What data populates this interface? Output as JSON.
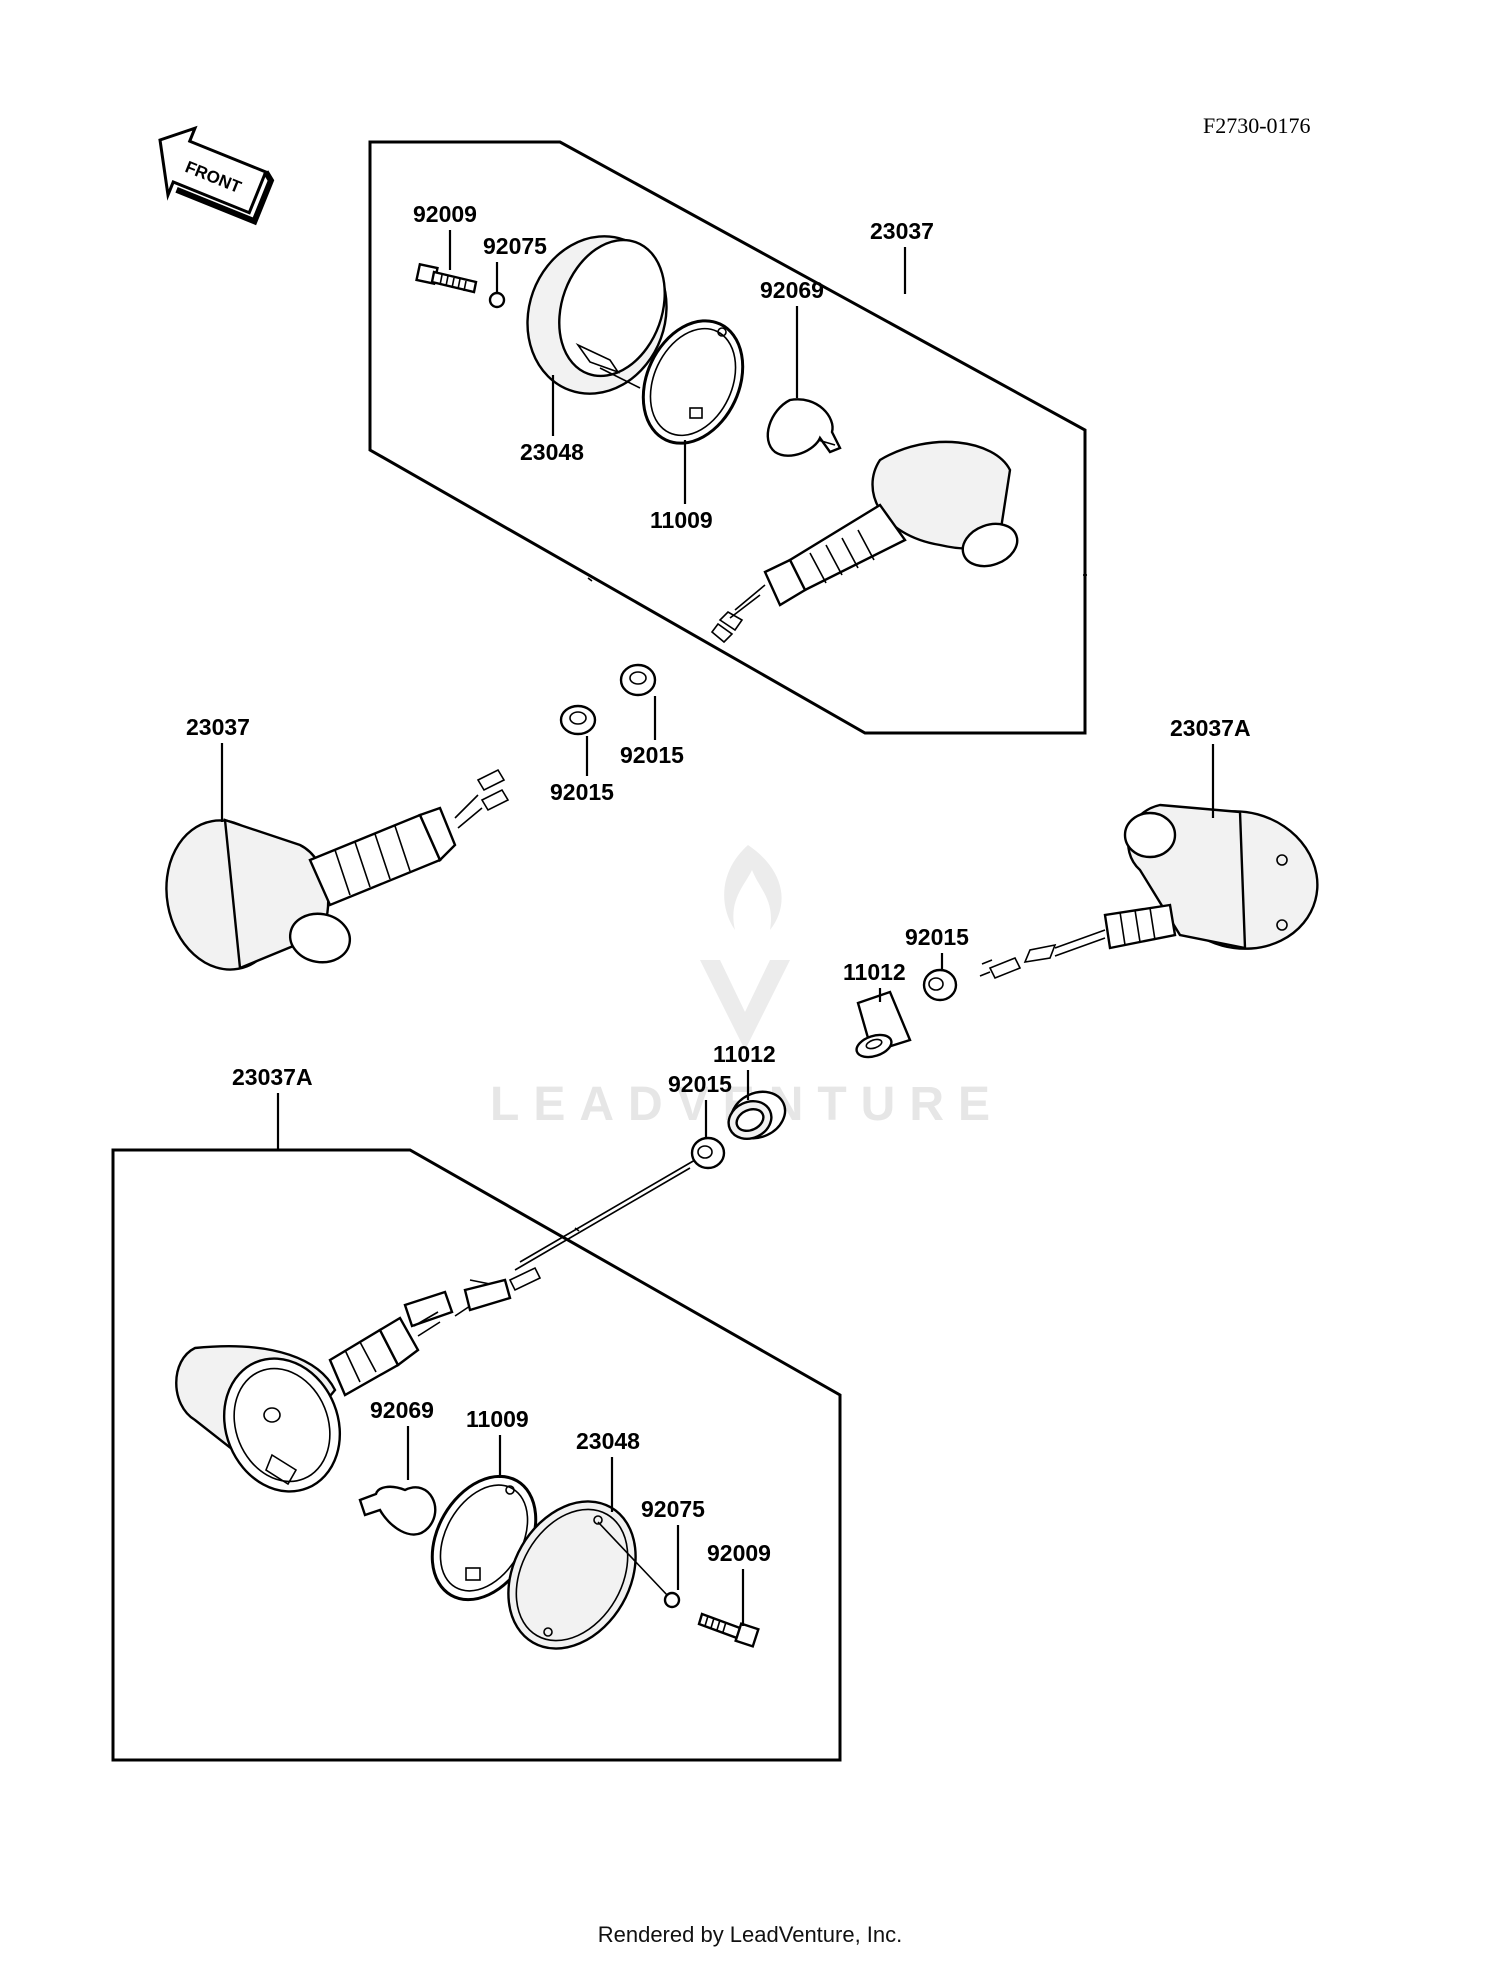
{
  "diagram_code": "F2730-0176",
  "front_badge": "FRONT",
  "watermark_text": "LEADVENTURE",
  "footer_text": "Rendered by LeadVenture, Inc.",
  "labels": {
    "top_92009": "92009",
    "top_92075": "92075",
    "top_23037": "23037",
    "top_92069": "92069",
    "top_23048": "23048",
    "top_11009": "11009",
    "mid_23037": "23037",
    "mid_92015_a": "92015",
    "mid_92015_b": "92015",
    "right_23037A": "23037A",
    "right_92015": "92015",
    "right_11012": "11012",
    "center_11012": "11012",
    "center_92015": "92015",
    "bot_23037A": "23037A",
    "bot_92069": "92069",
    "bot_11009": "11009",
    "bot_23048": "23048",
    "bot_92075": "92075",
    "bot_92009": "92009"
  }
}
